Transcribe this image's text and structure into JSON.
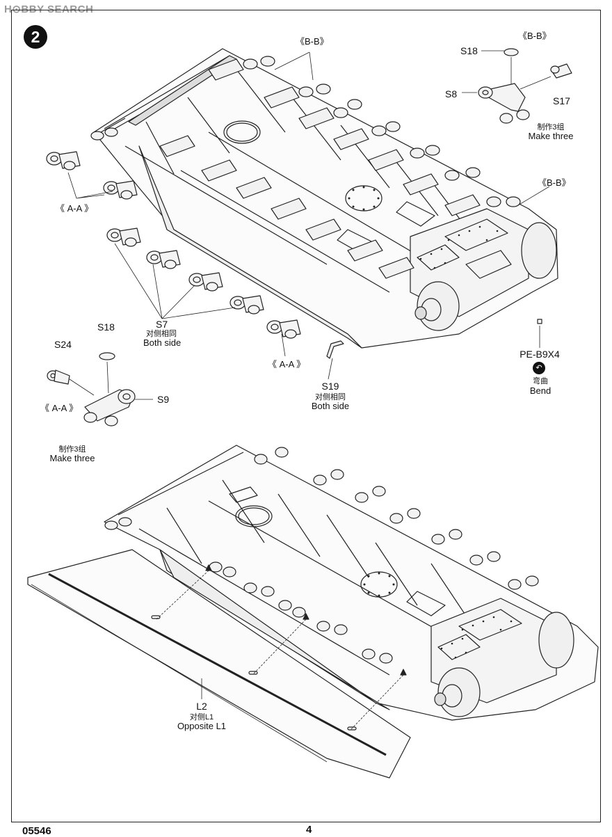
{
  "watermark": "H⊙BBY SEARCH",
  "step_number": "2",
  "labels": {
    "bb_top_center": "《B-B》",
    "bb_top_right": "《B-B》",
    "bb_right_mid": "《B-B》",
    "aa_left": "《 A-A 》",
    "aa_center": "《 A-A 》",
    "aa_inset": "《 A-A 》",
    "s18_top": "S18",
    "s8": "S8",
    "s17": "S17",
    "make_three_top_cn": "制作3组",
    "make_three_top_en": "Make three",
    "s7": "S7",
    "s7_cn": "对侧相同",
    "s7_en": "Both side",
    "s18_inset": "S18",
    "s24": "S24",
    "s9": "S9",
    "make_three_inset_cn": "制作3组",
    "make_three_inset_en": "Make three",
    "s19": "S19",
    "s19_cn": "对侧相同",
    "s19_en": "Both side",
    "pe": "PE-B9X4",
    "bend_cn": "弯曲",
    "bend_en": "Bend",
    "l2": "L2",
    "l2_cn": "对侧L1",
    "l2_en": "Opposite L1"
  },
  "footer": {
    "product_code": "05546",
    "page_number": "4"
  },
  "icons": [
    "bend-icon"
  ]
}
